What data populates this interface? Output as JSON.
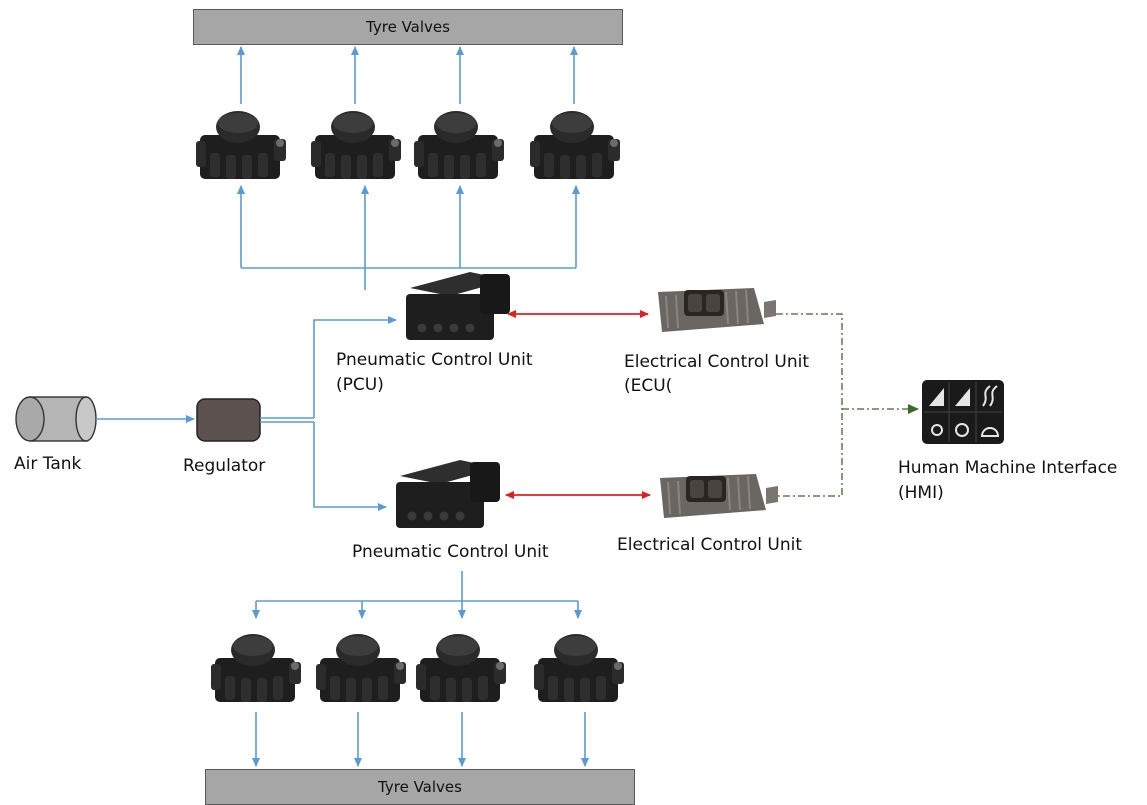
{
  "top_bar": {
    "label": "Tyre Valves"
  },
  "bottom_bar": {
    "label": "Tyre Valves"
  },
  "air_tank": {
    "label": "Air Tank"
  },
  "regulator": {
    "label": "Regulator"
  },
  "pcu_top": {
    "line1": "Pneumatic Control Unit",
    "line2": "(PCU)"
  },
  "pcu_bottom": {
    "line1": "Pneumatic Control Unit"
  },
  "ecu_top": {
    "line1": "Electrical Control Unit",
    "line2": "(ECU("
  },
  "ecu_bottom": {
    "line1": "Electrical Control Unit"
  },
  "hmi": {
    "line1": "Human Machine Interface",
    "line2": "(HMI)"
  },
  "colors": {
    "pneumatic_line": "#5b9bd5",
    "electrical_link": "#e02020",
    "control_link": "#4a7a3a",
    "bar_fill": "#a6a6a6",
    "device_body": "#1e1e1e"
  }
}
